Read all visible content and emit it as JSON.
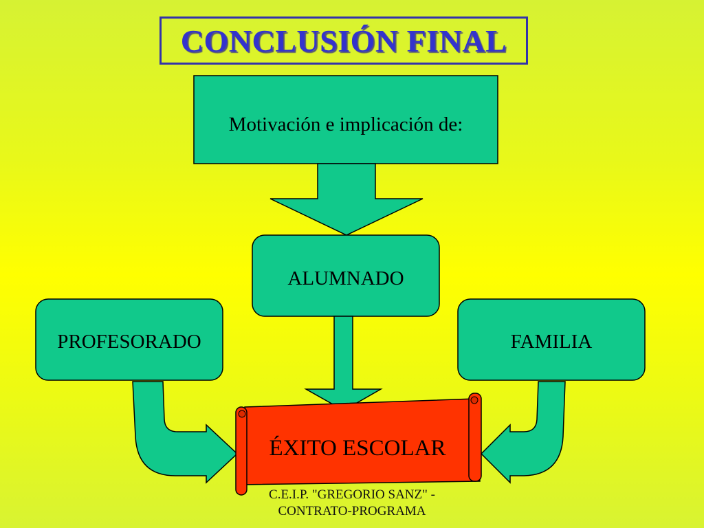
{
  "title": "CONCLUSIÓN FINAL",
  "nodes": {
    "motivation": "Motivación e implicación de:",
    "students": "ALUMNADO",
    "teachers": "PROFESORADO",
    "family": "FAMILIA",
    "success": "ÉXITO ESCOLAR"
  },
  "footer": {
    "line1": "C.E.I.P. \"GREGORIO SANZ\" -",
    "line2": "CONTRATO-PROGRAMA"
  },
  "colors": {
    "box_fill": "#11c98b",
    "box_stroke": "#000000",
    "scroll_fill": "#ff3300",
    "title_color": "#3333cc"
  }
}
